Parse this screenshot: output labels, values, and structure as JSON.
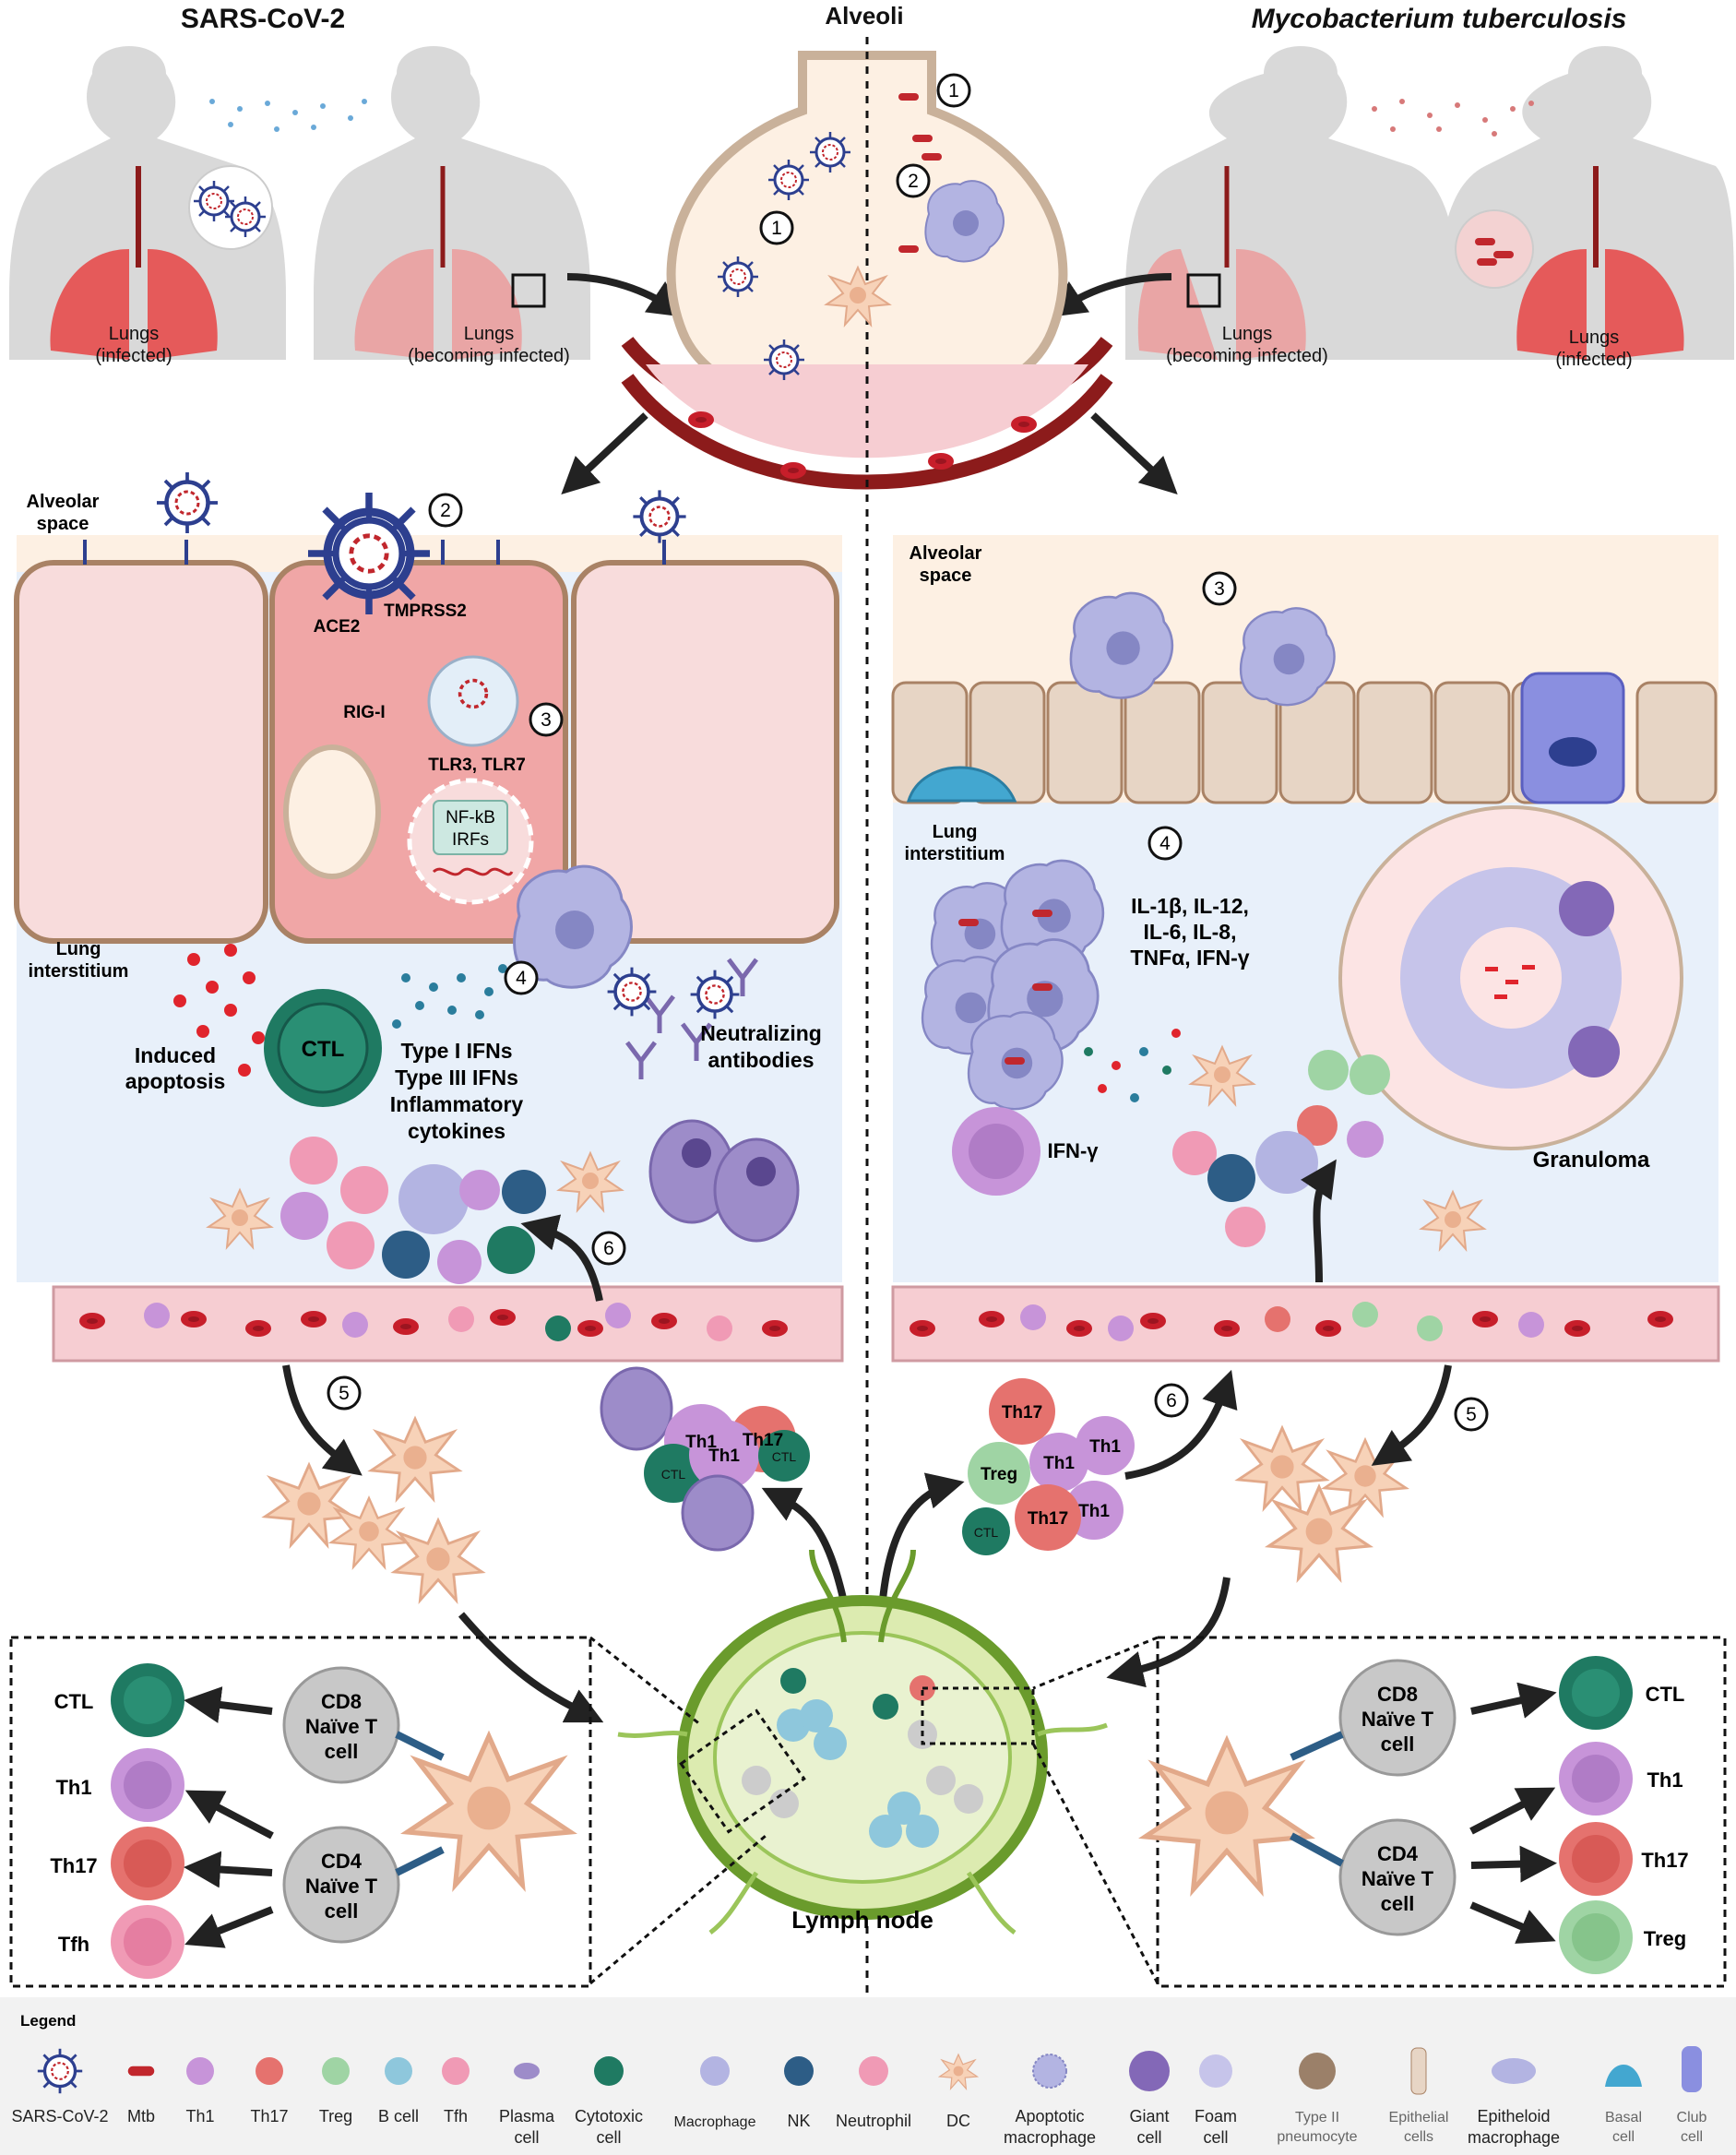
{
  "titles": {
    "left": "SARS-CoV-2",
    "center": "Alveoli",
    "right": "Mycobacterium tuberculosis"
  },
  "lungs": {
    "infected": [
      "Lungs",
      "(infected)"
    ],
    "becoming": [
      "Lungs",
      "(becoming infected)"
    ]
  },
  "steps": [
    "1",
    "2",
    "3",
    "4",
    "5",
    "6"
  ],
  "left_panel": {
    "alveolar_space": [
      "Alveolar",
      "space"
    ],
    "lung_interstitium": [
      "Lung",
      "interstitium"
    ],
    "ace2": "ACE2",
    "tmprss2": "TMPRSS2",
    "rig_i": "RIG-I",
    "tlr": "TLR3, TLR7",
    "nfkb": [
      "NF-kB",
      "IRFs"
    ],
    "ctl": "CTL",
    "induced_apoptosis": [
      "Induced",
      "apoptosis"
    ],
    "ifns": [
      "Type I IFNs",
      "Type III IFNs",
      "Inflammatory",
      "cytokines"
    ],
    "neutralizing": [
      "Neutralizing",
      "antibodies"
    ]
  },
  "right_panel": {
    "alveolar_space": [
      "Alveolar",
      "space"
    ],
    "lung_interstitium": [
      "Lung",
      "interstitium"
    ],
    "cytokines": [
      "IL-1β, IL-12,",
      "IL-6, IL-8,",
      "TNFα, IFN-γ"
    ],
    "ifn_gamma": "IFN-γ",
    "granuloma": "Granuloma"
  },
  "cell_labels": {
    "th1": "Th1",
    "th17": "Th17",
    "ctl": "CTL",
    "treg": "Treg",
    "tfh": "Tfh"
  },
  "lymph_node": {
    "label": "Lymph node",
    "left_outputs": [
      "CTL",
      "Th1",
      "Th17",
      "Tfh"
    ],
    "right_outputs": [
      "CTL",
      "Th1",
      "Th17",
      "Treg"
    ],
    "cd8": [
      "CD8",
      "Naïve T",
      "cell"
    ],
    "cd4": [
      "CD4",
      "Naïve T",
      "cell"
    ]
  },
  "legend": {
    "title": "Legend",
    "items": [
      [
        "SARS-CoV-2"
      ],
      [
        "Mtb"
      ],
      [
        "Th1"
      ],
      [
        "Th17"
      ],
      [
        "Treg"
      ],
      [
        "B cell"
      ],
      [
        "Tfh"
      ],
      [
        "Plasma",
        "cell"
      ],
      [
        "Cytotoxic",
        "cell"
      ],
      [
        "Macrophage"
      ],
      [
        "NK"
      ],
      [
        "Neutrophil"
      ],
      [
        "DC"
      ],
      [
        "Apoptotic",
        "macrophage"
      ],
      [
        "Giant",
        "cell"
      ],
      [
        "Foam",
        "cell"
      ],
      [
        "Type II",
        "pneumocyte"
      ],
      [
        "Epithelial",
        "cells"
      ],
      [
        "Epitheloid",
        "macrophage"
      ],
      [
        "Basal",
        "cell"
      ],
      [
        "Club",
        "cell"
      ]
    ]
  },
  "colors": {
    "th1": "#c794d9",
    "th17": "#e5726e",
    "treg": "#9fd4a4",
    "bcell": "#8ec7dc",
    "tfh": "#f09ab5",
    "ctl": "#1f7a62",
    "nk": "#2d5d86",
    "macrophage": "#b3b4e2",
    "dc": "#f2c586",
    "alveolar_bg": "#fdf0e3",
    "interstitium_bg": "#e8f0fa",
    "cell_pink": "#f8dcdc",
    "infected_cell": "#f0a6a6",
    "vessel": "#f6cdd2",
    "rbc": "#c71e2a",
    "virus": "#2d3f8f",
    "mtb": "#c1272d"
  }
}
